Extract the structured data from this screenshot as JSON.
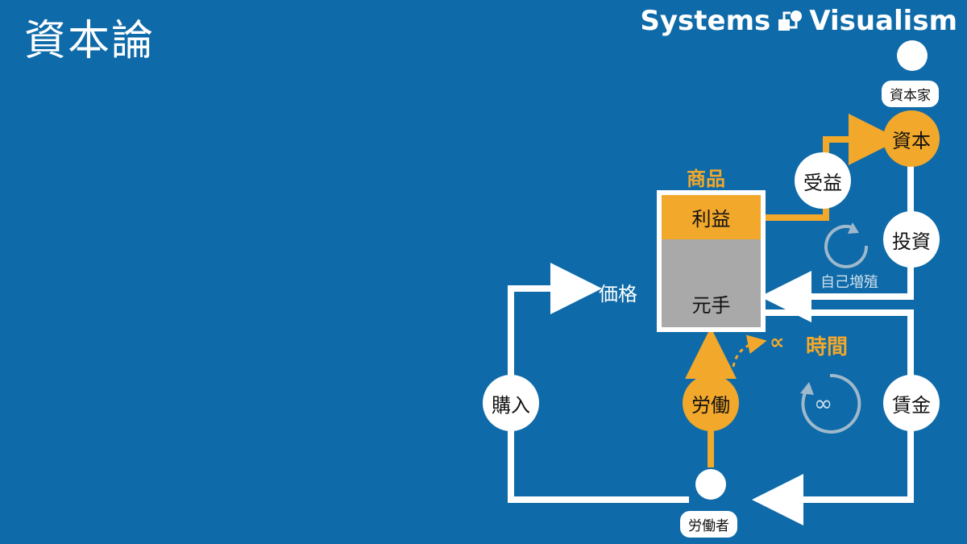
{
  "header": {
    "title": "資本論",
    "brand_left": "Systems",
    "brand_right": "Visualism"
  },
  "actors": {
    "capitalist": "資本家",
    "worker": "労働者"
  },
  "nodes": {
    "capital": "資本",
    "benefit": "受益",
    "investment": "投資",
    "labor": "労働",
    "purchase": "購入",
    "wages": "賃金"
  },
  "goods": {
    "title": "商品",
    "profit": "利益",
    "principal": "元手"
  },
  "labels": {
    "price": "価格",
    "self_growth": "自己増殖",
    "time": "時間",
    "time_symbol": "∝",
    "infinity": "∞"
  },
  "colors": {
    "background": "#0e6aa8",
    "accent": "#f2a82a",
    "flow": "#ffffff",
    "cost": "#a9a9a9"
  }
}
